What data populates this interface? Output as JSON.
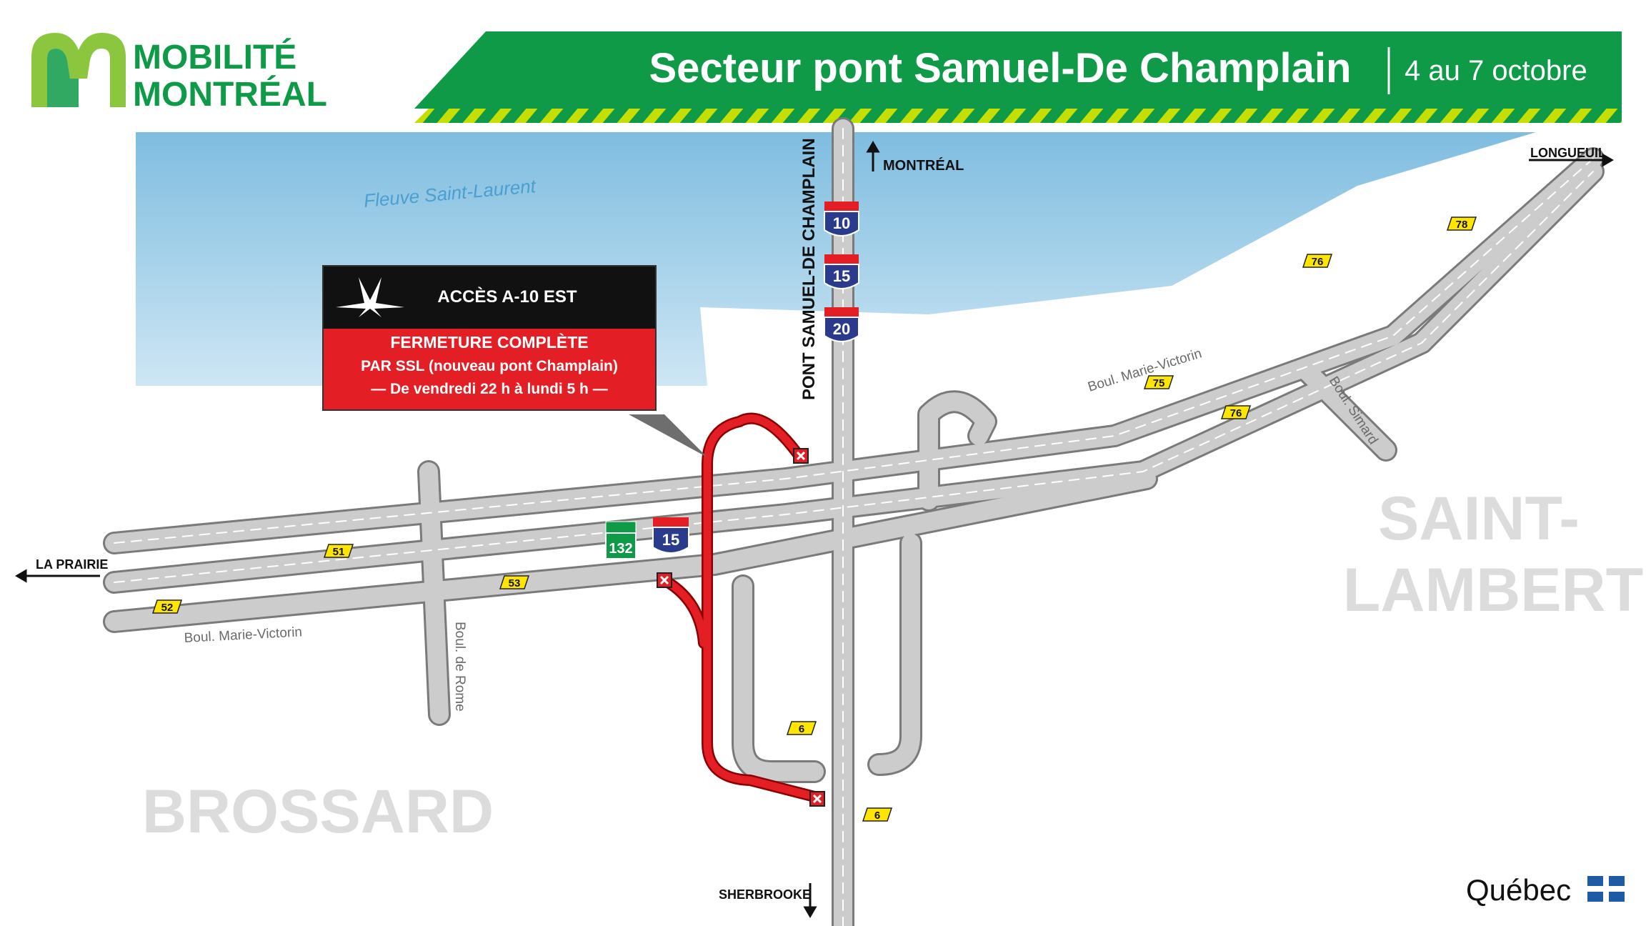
{
  "logo": {
    "line1": "MOBILITÉ",
    "line2": "MONTRÉAL"
  },
  "header": {
    "title": "Secteur pont Samuel-De Champlain",
    "dates": "4 au 7 octobre"
  },
  "water": {
    "label": "Fleuve Saint-Laurent"
  },
  "bridge": {
    "label": "PONT SAMUEL-DE CHAMPLAIN"
  },
  "directions": {
    "north": "MONTRÉAL",
    "east": "LONGUEUIL",
    "west": "LA PRAIRIE",
    "south": "SHERBROOKE"
  },
  "areas": {
    "east_line1": "SAINT-",
    "east_line2": "LAMBERT",
    "west": "BROSSARD"
  },
  "streets": {
    "marie_victorin_west": "Boul. Marie-Victorin",
    "marie_victorin_east": "Boul. Marie-Victorin",
    "de_rome": "Boul. de Rome",
    "simard": "Boul. Simard"
  },
  "shields": {
    "a10": "10",
    "a15_bridge": "15",
    "a20": "20",
    "r132": "132",
    "a15": "15"
  },
  "exits": {
    "e51": "51",
    "e52": "52",
    "e53": "53",
    "e6a": "6",
    "e6b": "6",
    "e75": "75",
    "e76a": "76",
    "e76b": "76",
    "e78": "78"
  },
  "notice": {
    "title": "ACCÈS A-10 EST",
    "line1": "FERMETURE COMPLÈTE",
    "line2": "PAR SSL (nouveau pont Champlain)",
    "line3": "— De vendredi 22 h à lundi 5 h —"
  },
  "footer": {
    "brand": "Québec"
  },
  "colors": {
    "header_green": "#0e9a47",
    "logo_lime": "#8cc63f",
    "closure_red": "#e31e24",
    "water_blue": "#a8d4ea",
    "exit_yellow": "#ffe600",
    "interstate_blue": "#2a3a8c",
    "road_grey": "#c8c8c8"
  }
}
